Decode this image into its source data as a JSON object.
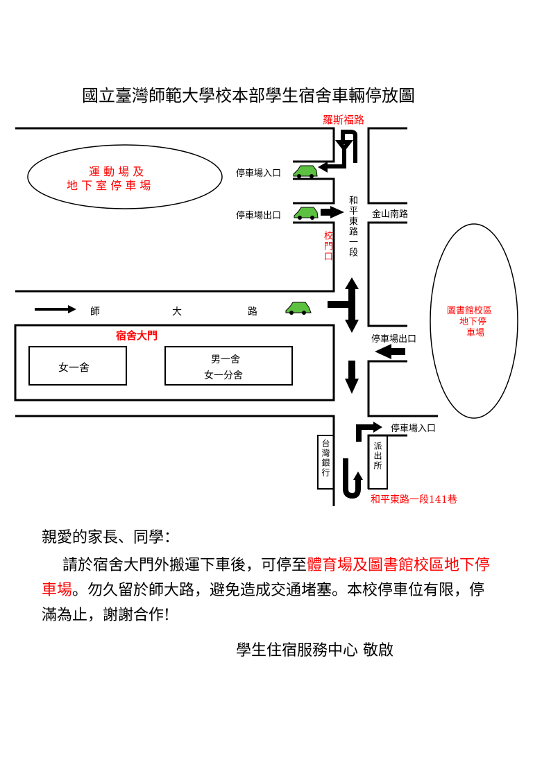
{
  "title": "國立臺灣師範大學校本部學生宿舍車輛停放圖",
  "map": {
    "roosevelt_rd": "羅斯福路",
    "stadium_parking": [
      "運 動 場 及",
      "地 下 室 停 車 場"
    ],
    "parking_entrance": "停車場入口",
    "parking_exit": "停車場出口",
    "heping_rd": "和平東路一段",
    "jinshan_rd": "金山南路",
    "school_gate": "校門口",
    "shida_rd": [
      "師",
      "大",
      "路"
    ],
    "dorm_gate": "宿舍大門",
    "dorm_f1": "女一舍",
    "dorm_m1": "男一舍",
    "dorm_f1_annex": "女一分舍",
    "library_parking": [
      "圖書館校區",
      "地下停",
      "車場"
    ],
    "library_exit": "停車場出口",
    "library_entrance": "停車場入口",
    "bank": "台灣銀行",
    "police": "派出所",
    "lane": "和平東路一段141巷"
  },
  "notice": {
    "greeting": "親愛的家長、同學：",
    "p1_a": "請於宿舍大門外搬運下車後，可停至",
    "p1_red": "體育場及圖書館校區地下停車場",
    "p1_b": "。勿久留於師大路，避免造成交通堵塞。本校停車位有限，停滿為止，謝謝合作!",
    "signature": "學生住宿服務中心 敬啟"
  },
  "colors": {
    "red": "#ff0000",
    "car": "#5cc040"
  }
}
